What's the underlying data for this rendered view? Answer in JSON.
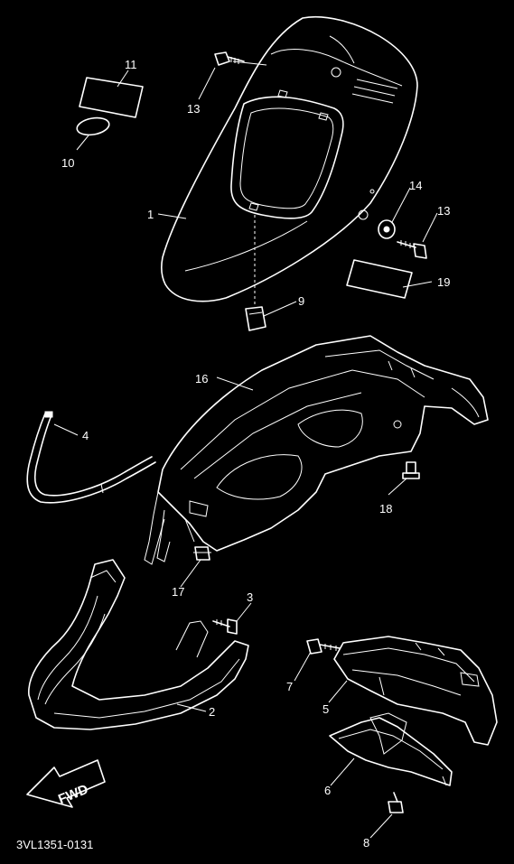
{
  "diagram_code": "3VL1351-0131",
  "fwd_label": "FWD",
  "callouts": [
    {
      "id": "c11",
      "text": "11"
    },
    {
      "id": "c10",
      "text": "10"
    },
    {
      "id": "c13a",
      "text": "13"
    },
    {
      "id": "c1",
      "text": "1"
    },
    {
      "id": "c14",
      "text": "14"
    },
    {
      "id": "c13b",
      "text": "13"
    },
    {
      "id": "c19",
      "text": "19"
    },
    {
      "id": "c9",
      "text": "9"
    },
    {
      "id": "c16",
      "text": "16"
    },
    {
      "id": "c4",
      "text": "4"
    },
    {
      "id": "c18",
      "text": "18"
    },
    {
      "id": "c17",
      "text": "17"
    },
    {
      "id": "c3",
      "text": "3"
    },
    {
      "id": "c2",
      "text": "2"
    },
    {
      "id": "c7",
      "text": "7"
    },
    {
      "id": "c5",
      "text": "5"
    },
    {
      "id": "c6",
      "text": "6"
    },
    {
      "id": "c8",
      "text": "8"
    }
  ]
}
